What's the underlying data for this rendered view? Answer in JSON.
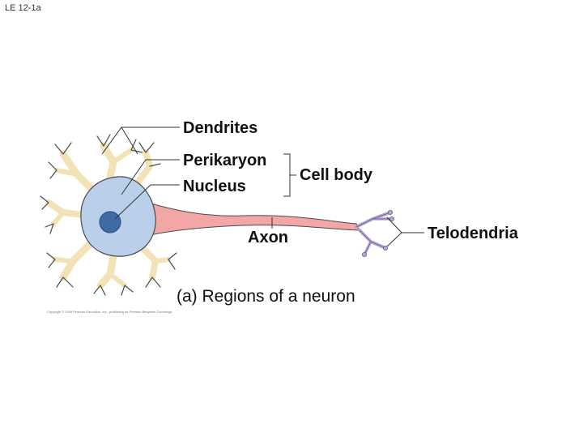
{
  "slide_id": "LE 12-1a",
  "labels": {
    "dendrites": "Dendrites",
    "perikaryon": "Perikaryon",
    "nucleus": "Nucleus",
    "cell_body": "Cell body",
    "axon": "Axon",
    "telodendria": "Telodendria"
  },
  "caption": "(a) Regions of a neuron",
  "copyright": "Copyright © 2009 Pearson Education, Inc., publishing as Pearson Benjamin Cummings.",
  "colors": {
    "cell_body": "#b9cfea",
    "nucleus": "#3e6aa5",
    "dendrite": "#f2e3b6",
    "dendrite_outline": "#4a4a4a",
    "axon": "#f2a6a6",
    "telodendria": "#b7a6d6",
    "leader_line": "#333333"
  }
}
